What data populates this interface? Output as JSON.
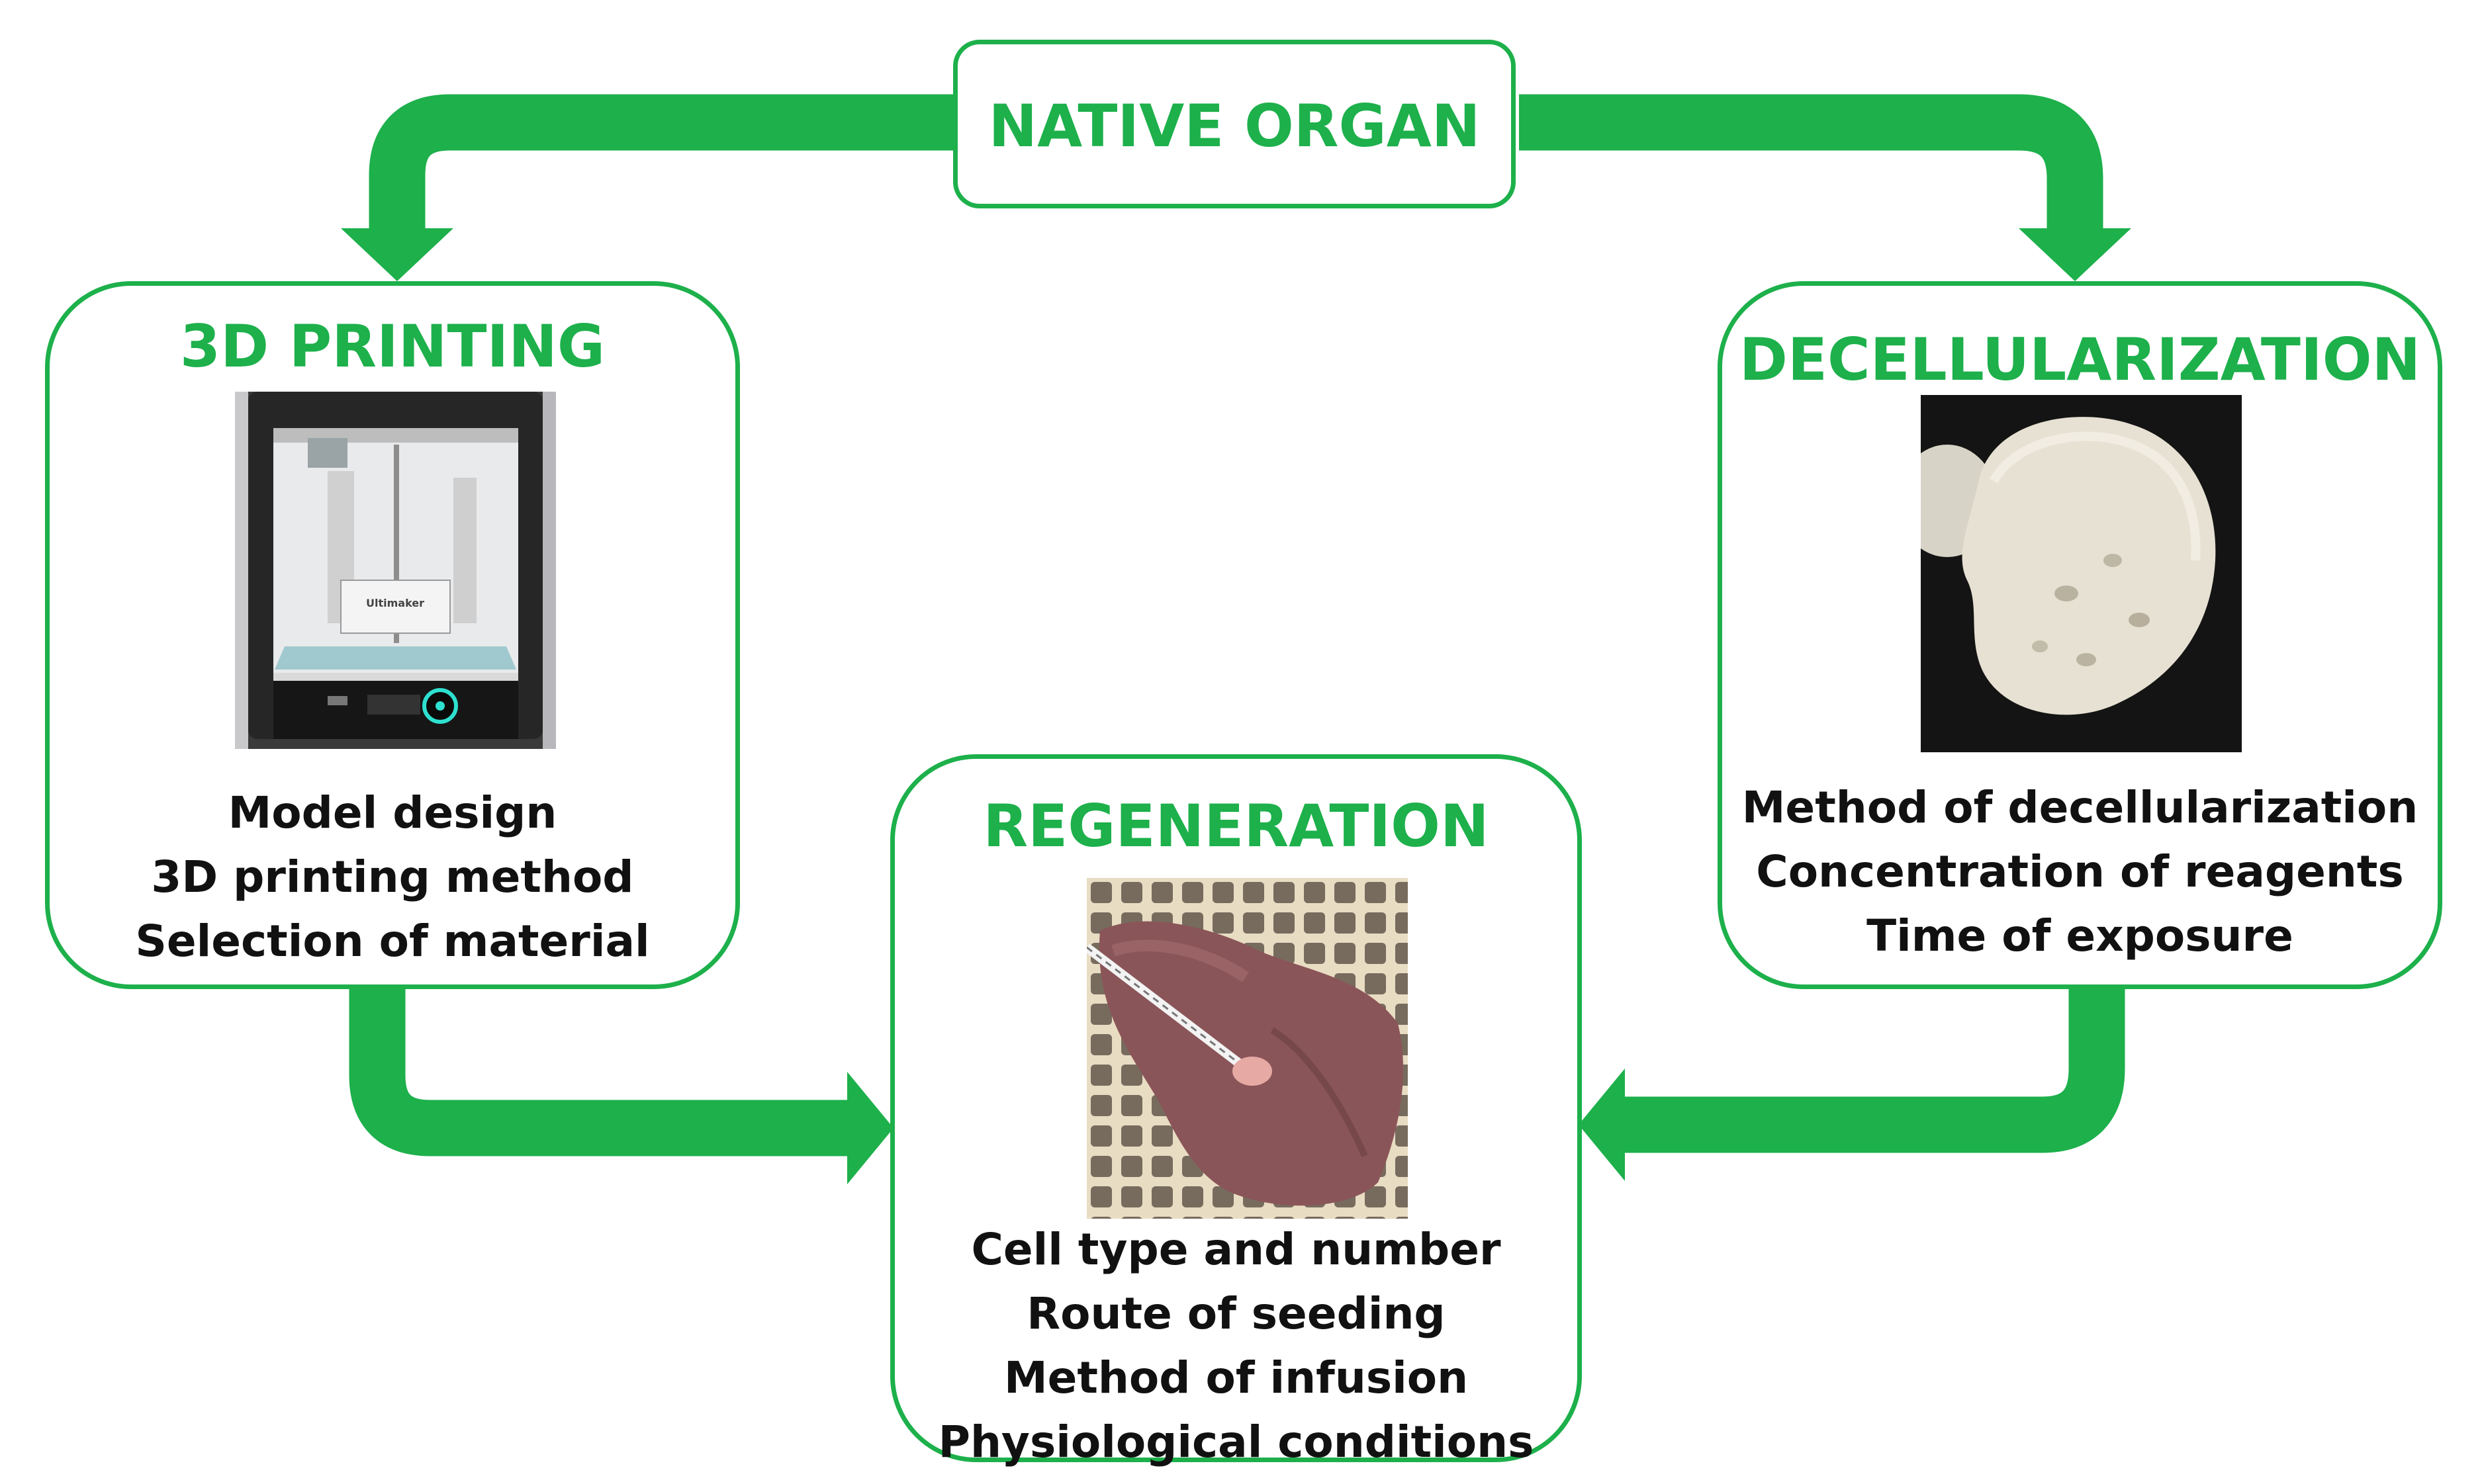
{
  "colors": {
    "accent": "#1db04b",
    "text": "#111111",
    "background": "#ffffff"
  },
  "nodes": {
    "native": {
      "title": "NATIVE ORGAN"
    },
    "printing": {
      "title": "3D PRINTING",
      "image_icon": "3d-printer-photo",
      "printer_brand": "Ultimaker",
      "items": [
        "Model design",
        "3D printing method",
        "Selection of material"
      ]
    },
    "decell": {
      "title": "DECELLULARIZATION",
      "image_icon": "decellularized-organ-photo",
      "items": [
        "Method of decellularization",
        "Concentration of reagents",
        "Time of exposure"
      ]
    },
    "regen": {
      "title": "REGENERATION",
      "image_icon": "organ-seeding-photo",
      "items": [
        "Cell type and number",
        "Route of seeding",
        "Method of infusion",
        "Physiological conditions"
      ]
    }
  },
  "edges": [
    {
      "from": "native",
      "to": "printing"
    },
    {
      "from": "native",
      "to": "decell"
    },
    {
      "from": "printing",
      "to": "regen"
    },
    {
      "from": "decell",
      "to": "regen"
    }
  ]
}
